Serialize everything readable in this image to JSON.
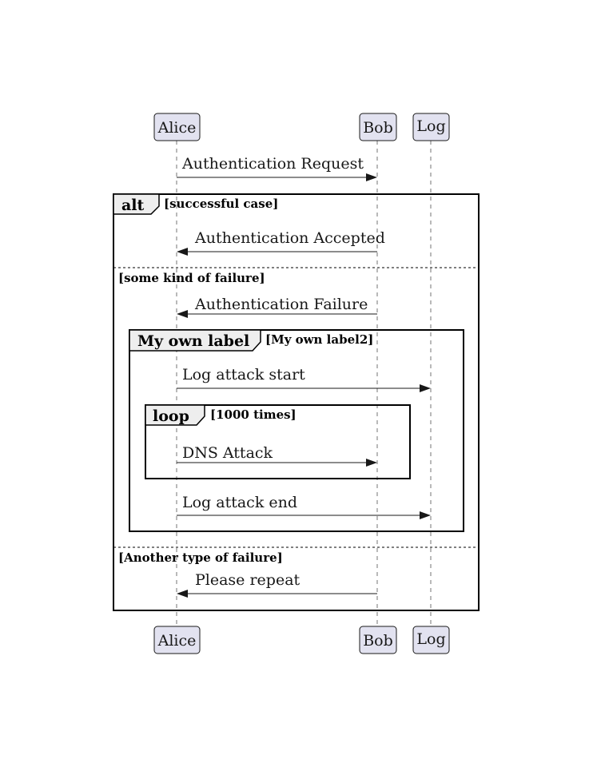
{
  "participants": [
    {
      "id": "alice",
      "label": "Alice"
    },
    {
      "id": "bob",
      "label": "Bob"
    },
    {
      "id": "log",
      "label": "Log"
    }
  ],
  "messages": [
    {
      "id": "m1",
      "from": "alice",
      "to": "bob",
      "text": "Authentication Request"
    },
    {
      "id": "m2",
      "from": "bob",
      "to": "alice",
      "text": "Authentication Accepted"
    },
    {
      "id": "m3",
      "from": "bob",
      "to": "alice",
      "text": "Authentication Failure"
    },
    {
      "id": "m4",
      "from": "alice",
      "to": "log",
      "text": "Log attack start"
    },
    {
      "id": "m5",
      "from": "alice",
      "to": "bob",
      "text": "DNS Attack"
    },
    {
      "id": "m6",
      "from": "alice",
      "to": "log",
      "text": "Log attack end"
    },
    {
      "id": "m7",
      "from": "bob",
      "to": "alice",
      "text": "Please repeat"
    }
  ],
  "fragments": {
    "alt": {
      "label": "alt",
      "guard": "[successful case]",
      "else_guard_1": "[some kind of failure]",
      "else_guard_2": "[Another type of failure]"
    },
    "group": {
      "label": "My own label",
      "guard": "[My own label2]"
    },
    "loop": {
      "label": "loop",
      "guard": "[1000 times]"
    }
  }
}
